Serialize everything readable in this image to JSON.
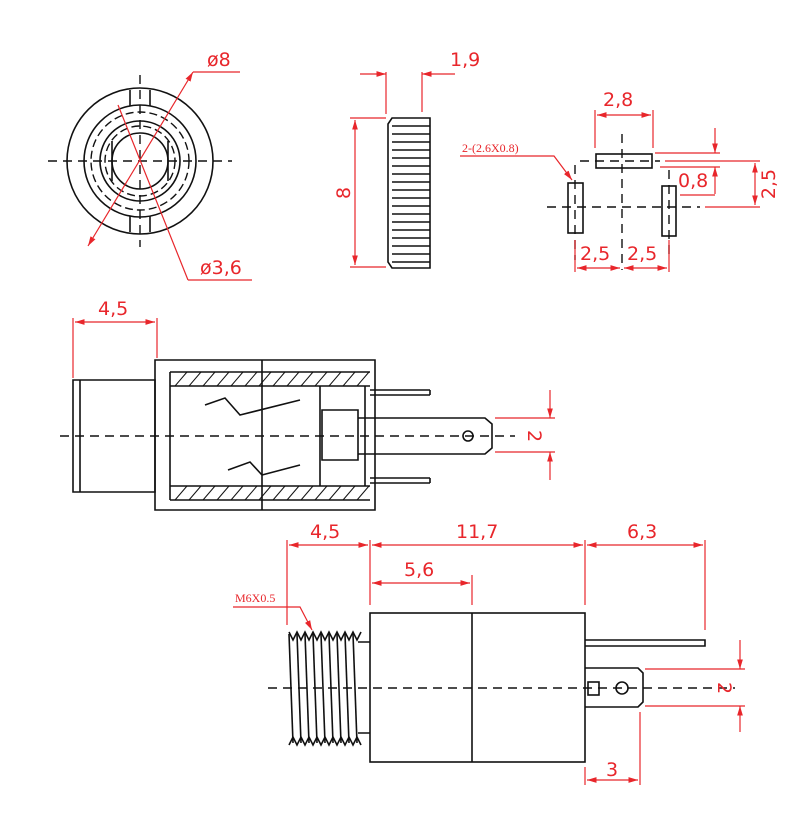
{
  "title": "3.5mm panel jack dimension drawing",
  "front_view": {
    "outer_diameter_label": "ø8",
    "inner_diameter_label": "ø3,6"
  },
  "nut_view": {
    "thickness_label": "1,9",
    "height_label": "8"
  },
  "pcb_layout": {
    "pad_note": "2-(2.6X0.8)",
    "top_pad_width": "2,8",
    "pad_offset_small": "0,8",
    "pad_offset_vertical": "2,5",
    "left_spacing": "2,5",
    "right_spacing": "2,5"
  },
  "side_section": {
    "front_length": "4,5",
    "tab_width": "2"
  },
  "bottom_view": {
    "thread_note": "M6X0.5",
    "thread_length": "4,5",
    "body_length": "11,7",
    "pin_extension": "6,3",
    "front_body_length": "5,6",
    "tab_width": "2",
    "tab_length": "3"
  },
  "colors": {
    "dimension": "#e8262b",
    "outline": "#111111"
  }
}
